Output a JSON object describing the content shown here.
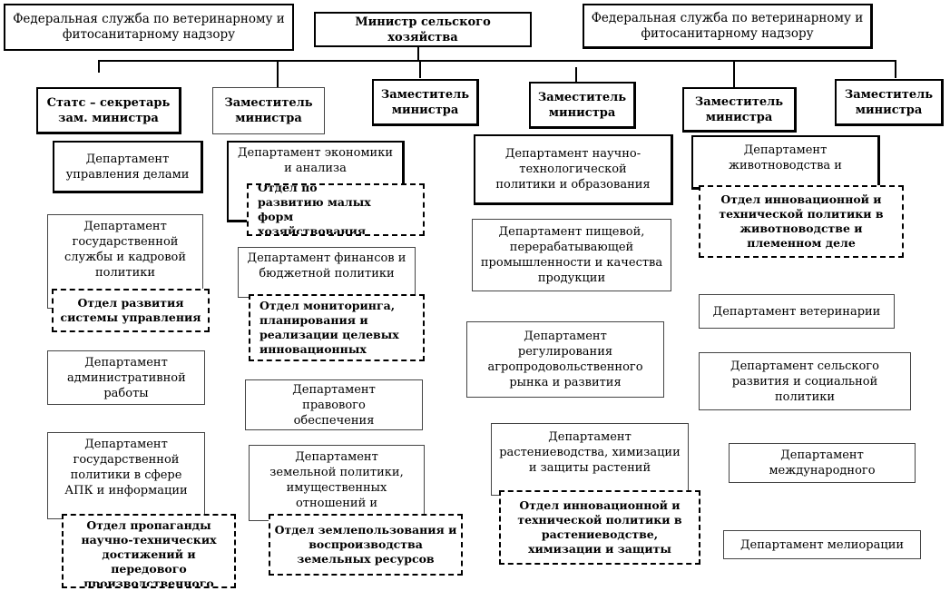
{
  "top": {
    "left_service": "Федеральная служба по ветеринарному и фитосанитарному надзору",
    "minister": "Министр сельского хозяйства",
    "right_service": "Федеральная служба по ветеринарному и фитосанитарному надзору"
  },
  "deputies": [
    "Статс – секретарь зам. министра",
    "Заместитель министра",
    "Заместитель министра",
    "Заместитель министра",
    "Заместитель министра",
    "Заместитель министра"
  ],
  "col1": [
    "Департамент управления делами",
    "Департамент государственной службы и кадровой политики",
    "Отдел развития системы управления",
    "Департамент административной работы",
    "Департамент государственной политики в сфере АПК и информации",
    "Отдел пропаганды научно-технических достижений и передового производственного опыта"
  ],
  "col2": [
    "Департамент экономики и анализа",
    "Отдел по развитию малых форм хозяйствования",
    "Департамент финансов и бюджетной политики",
    "Отдел мониторинга, планирования и реализации целевых инновационных",
    "Департамент правового обеспечения",
    "Департамент земельной политики, имущественных отношений и",
    "Отдел землепользования и воспроизводства земельных ресурсов"
  ],
  "col3": [
    "Департамент научно-технологической политики и образования",
    "Департамент пищевой, перерабатывающей промышленности и качества продукции",
    "Департамент регулирования агропродовольственного рынка и развития",
    "Департамент растениеводства, химизации и защиты растений",
    "Отдел инновационной и технической политики в растениеводстве, химизации и защиты"
  ],
  "col4": [
    "Департамент животноводства и",
    "Отдел инновационной и технической политики в животноводстве и племенном деле",
    "Департамент ветеринарии",
    "Департамент сельского развития и социальной политики",
    "Департамент международного",
    "Департамент мелиорации"
  ]
}
